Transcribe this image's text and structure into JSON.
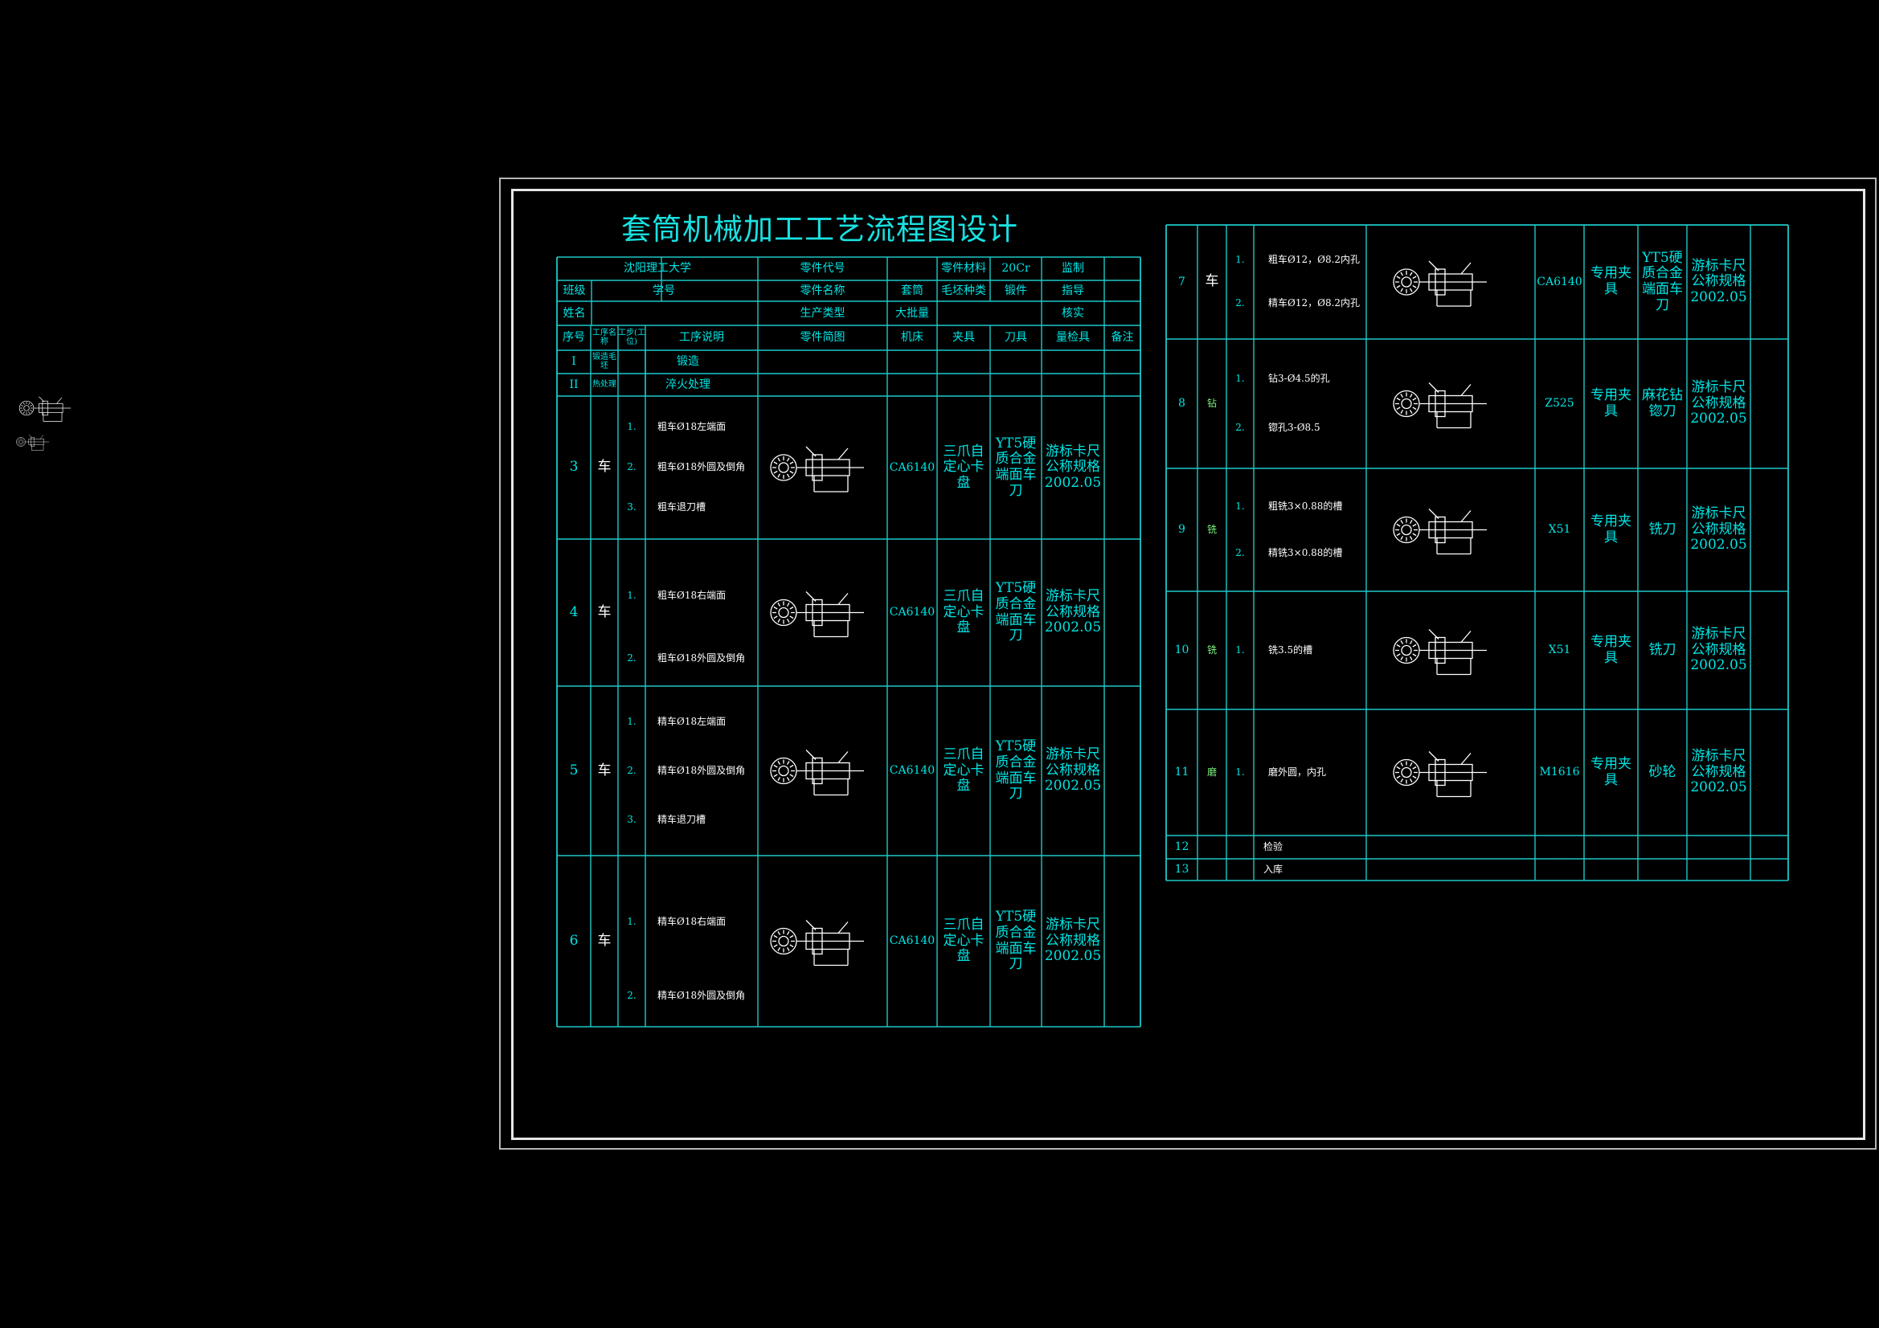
{
  "title": "套筒机械加工工艺流程图设计",
  "colors": {
    "line": "#1ec8c8",
    "text": "#00e5e5",
    "step_type_green": "#7cf27c",
    "title": "#19e1e1",
    "frame": "#e6e6e6"
  },
  "header": {
    "school": "沈阳理工大学",
    "part_code_label": "零件代号",
    "part_code_value": "",
    "material_label": "零件材料",
    "material_value": "20Cr",
    "drawn_by_label": "监制",
    "drawn_by_value": "",
    "class_label": "班级",
    "class_value": "",
    "student_id_label": "学号",
    "student_id_value": "",
    "part_name_label": "零件名称",
    "part_name_value": "套筒",
    "blank_label": "毛坯种类",
    "blank_value": "锻件",
    "guide_label": "指导",
    "name_label": "姓名",
    "production_label": "生产类型",
    "production_value": "大批量",
    "review_label": "核实"
  },
  "columns": {
    "no": "序号",
    "proc_name": "工序名称",
    "step": "工步(工位)",
    "desc": "工序说明",
    "sketch": "零件简图",
    "machine": "机床",
    "fixture": "夹具",
    "tool": "刀具",
    "gauge": "量检具",
    "remark": "备注"
  },
  "left_rows": [
    {
      "no": "I",
      "name": "锻造毛坯",
      "desc_main": "锻造"
    },
    {
      "no": "II",
      "name": "热处理",
      "desc_main": "淬火处理"
    },
    {
      "no": "3",
      "name": "车",
      "steps": [
        {
          "n": "1.",
          "t": "粗车Ø18左端面"
        },
        {
          "n": "2.",
          "t": "粗车Ø18外圆及倒角"
        },
        {
          "n": "3.",
          "t": "粗车退刀槽"
        }
      ],
      "machine": "CA6140",
      "fixture": "三爪自定心卡盘",
      "tool": "YT5硬质合金端面车刀",
      "gauge": "游标卡尺公称规格2002.05"
    },
    {
      "no": "4",
      "name": "车",
      "steps": [
        {
          "n": "1.",
          "t": "粗车Ø18右端面"
        },
        {
          "n": "2.",
          "t": "粗车Ø18外圆及倒角"
        }
      ],
      "machine": "CA6140",
      "fixture": "三爪自定心卡盘",
      "tool": "YT5硬质合金端面车刀",
      "gauge": "游标卡尺公称规格2002.05"
    },
    {
      "no": "5",
      "name": "车",
      "steps": [
        {
          "n": "1.",
          "t": "精车Ø18左端面"
        },
        {
          "n": "2.",
          "t": "精车Ø18外圆及倒角"
        },
        {
          "n": "3.",
          "t": "精车退刀槽"
        }
      ],
      "machine": "CA6140",
      "fixture": "三爪自定心卡盘",
      "tool": "YT5硬质合金端面车刀",
      "gauge": "游标卡尺公称规格2002.05"
    },
    {
      "no": "6",
      "name": "车",
      "steps": [
        {
          "n": "1.",
          "t": "精车Ø18右端面"
        },
        {
          "n": "2.",
          "t": "精车Ø18外圆及倒角"
        }
      ],
      "machine": "CA6140",
      "fixture": "三爪自定心卡盘",
      "tool": "YT5硬质合金端面车刀",
      "gauge": "游标卡尺公称规格2002.05"
    }
  ],
  "right_rows": [
    {
      "no": "7",
      "name": "车",
      "steps": [
        {
          "n": "1.",
          "t": "粗车Ø12，Ø8.2内孔"
        },
        {
          "n": "2.",
          "t": "精车Ø12，Ø8.2内孔"
        }
      ],
      "machine": "CA6140",
      "fixture": "专用夹具",
      "tool": "YT5硬质合金端面车刀",
      "gauge": "游标卡尺公称规格2002.05"
    },
    {
      "no": "8",
      "name": "钻",
      "steps": [
        {
          "n": "1.",
          "t": "钻3-Ø4.5的孔"
        },
        {
          "n": "2.",
          "t": "锪孔3-Ø8.5"
        }
      ],
      "machine": "Z525",
      "fixture": "专用夹具",
      "tool": "麻花钻锪刀",
      "gauge": "游标卡尺公称规格2002.05"
    },
    {
      "no": "9",
      "name": "铣",
      "steps": [
        {
          "n": "1.",
          "t": "粗铣3×0.88的槽"
        },
        {
          "n": "2.",
          "t": "精铣3×0.88的槽"
        }
      ],
      "machine": "X51",
      "fixture": "专用夹具",
      "tool": "铣刀",
      "gauge": "游标卡尺公称规格2002.05"
    },
    {
      "no": "10",
      "name": "铣",
      "steps": [
        {
          "n": "1.",
          "t": "铣3.5的槽"
        }
      ],
      "machine": "X51",
      "fixture": "专用夹具",
      "tool": "铣刀",
      "gauge": "游标卡尺公称规格2002.05"
    },
    {
      "no": "11",
      "name": "磨",
      "steps": [
        {
          "n": "1.",
          "t": "磨外圆，内孔"
        }
      ],
      "machine": "M1616",
      "fixture": "专用夹具",
      "tool": "砂轮",
      "gauge": "游标卡尺公称规格2002.05"
    },
    {
      "no": "12",
      "desc": "检验"
    },
    {
      "no": "13",
      "desc": "入库"
    }
  ]
}
